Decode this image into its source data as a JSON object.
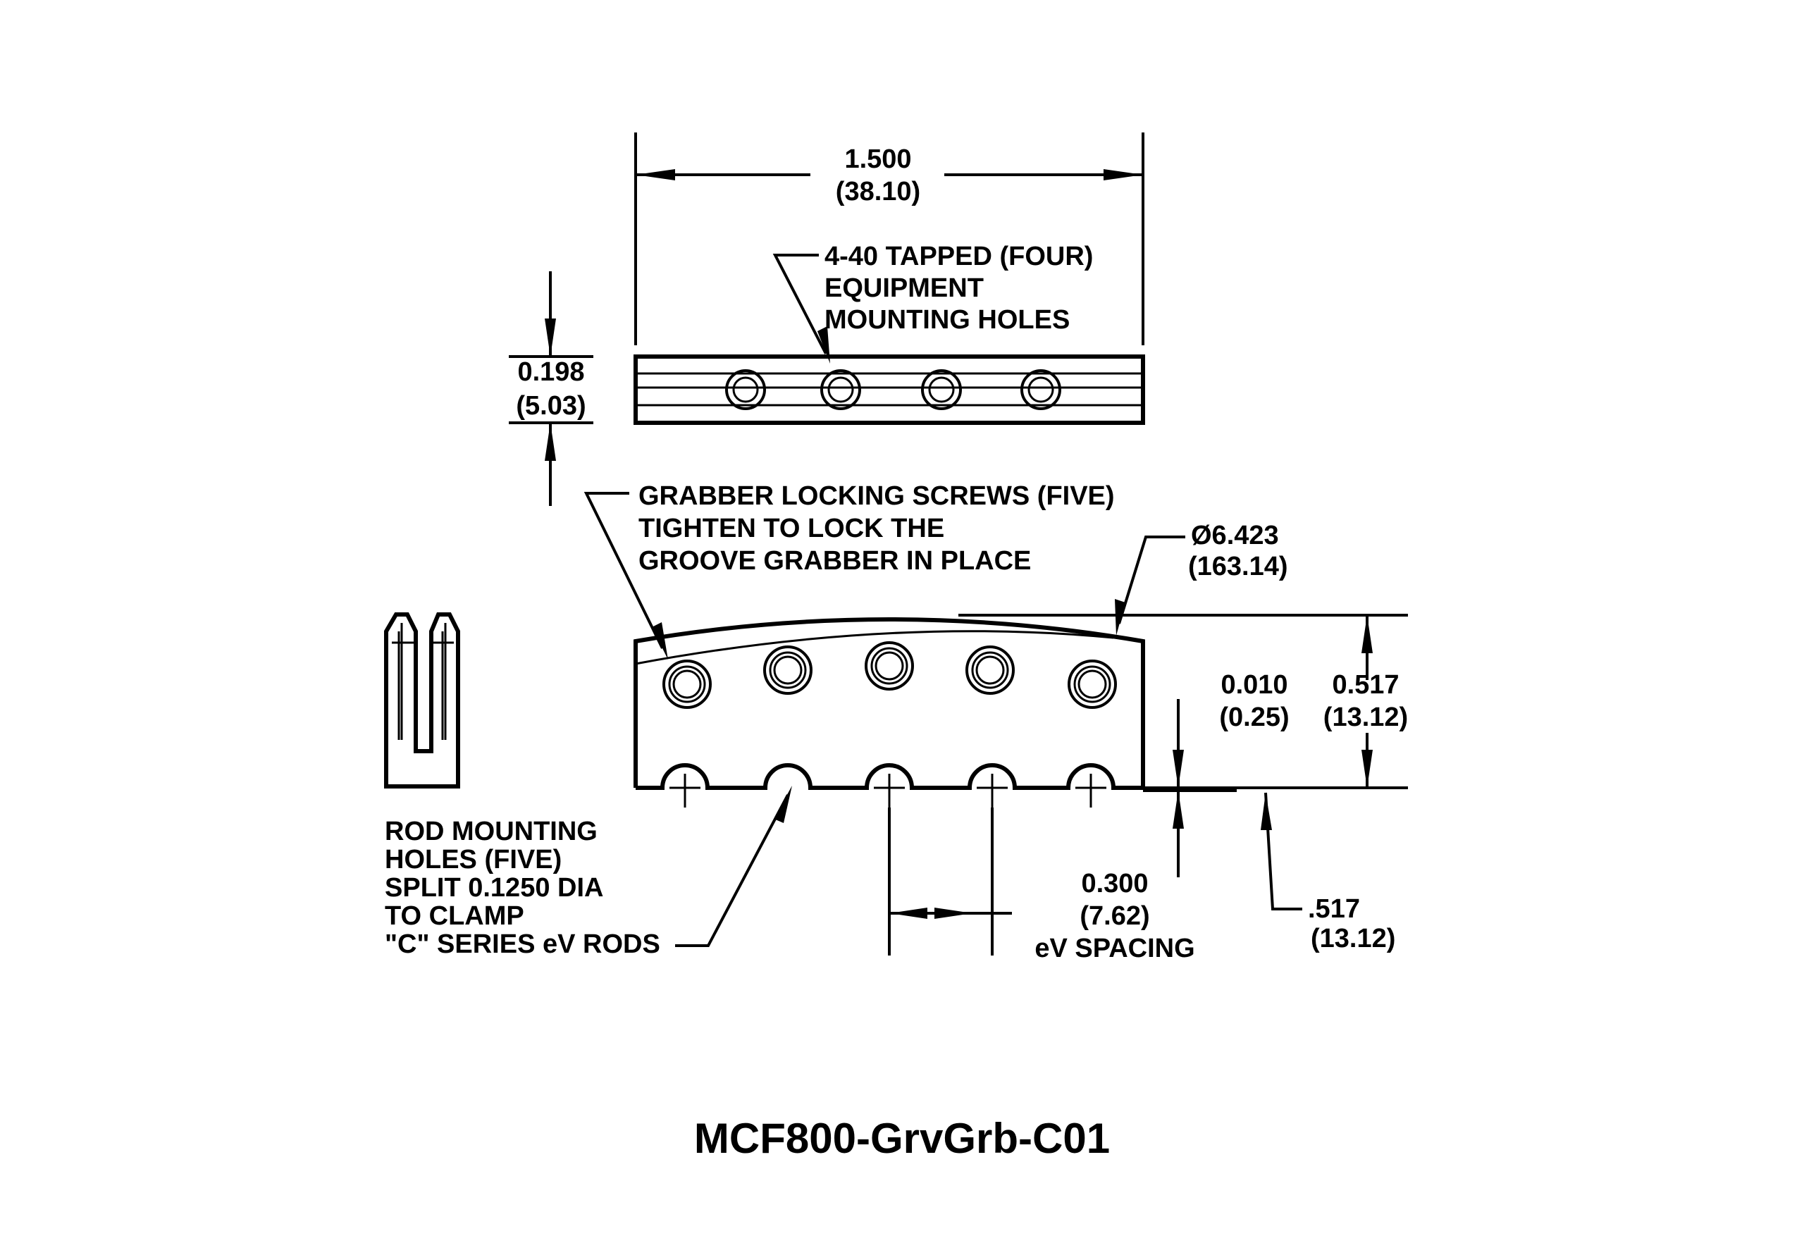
{
  "top_view": {
    "width_in": "1.500",
    "width_mm": "(38.10)",
    "height_in": "0.198",
    "height_mm": "(5.03)",
    "callout": [
      "4-40 TAPPED (FOUR)",
      "EQUIPMENT",
      "MOUNTING HOLES"
    ]
  },
  "front_view": {
    "screws_callout": [
      "GRABBER LOCKING SCREWS (FIVE)",
      "TIGHTEN TO LOCK THE",
      "GROOVE GRABBER IN PLACE"
    ],
    "radius_in": "Ø6.423",
    "radius_mm": "(163.14)",
    "offset_in": "0.010",
    "offset_mm": "(0.25)",
    "height_in": "0.517",
    "height_mm": "(13.12)",
    "height2_in": ".517",
    "height2_mm": "(13.12)",
    "spacing_in": "0.300",
    "spacing_mm": "(7.62)",
    "spacing_label": "eV SPACING"
  },
  "side_view": {
    "callout": [
      "ROD MOUNTING",
      "HOLES (FIVE)",
      "SPLIT 0.1250 DIA",
      "TO CLAMP",
      "\"C\" SERIES eV  RODS"
    ]
  },
  "part_number": "MCF800-GrvGrb-C01"
}
